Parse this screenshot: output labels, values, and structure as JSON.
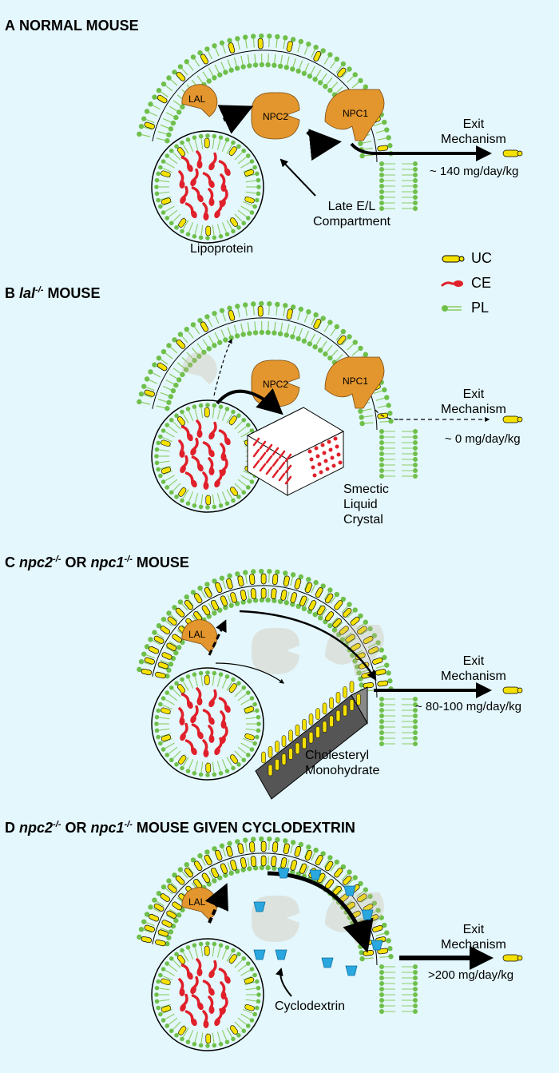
{
  "colors": {
    "background": "#e4f7fc",
    "pl_head": "#6fbf4b",
    "pl_tail": "#8bcc63",
    "uc": "#f5e100",
    "ce": "#e0202a",
    "protein": "#e3962e",
    "cyclodextrin": "#2aa7df"
  },
  "legend": [
    {
      "key": "UC",
      "icon": "uc-molecule-icon"
    },
    {
      "key": "CE",
      "icon": "ce-molecule-icon"
    },
    {
      "key": "PL",
      "icon": "pl-molecule-icon"
    }
  ],
  "panels": [
    {
      "letter": "A",
      "title": "NORMAL MOUSE",
      "proteins": {
        "lal": "LAL",
        "npc2": "NPC2",
        "npc1": "NPC1"
      },
      "exit_mechanism": [
        "Exit",
        "Mechanism"
      ],
      "flux": "~ 140 mg/day/kg",
      "compartment": [
        "Late E/L",
        "Compartment"
      ],
      "particle": "Lipoprotein"
    },
    {
      "letter": "B",
      "gene": "lal",
      "superscript": "-/-",
      "title": "MOUSE",
      "proteins": {
        "npc2": "NPC2",
        "npc1": "NPC1"
      },
      "exit_mechanism": [
        "Exit",
        "Mechanism"
      ],
      "flux": "~ 0 mg/day/kg",
      "crystal": [
        "Smectic",
        "Liquid",
        "Crystal"
      ]
    },
    {
      "letter": "C",
      "gene": "npc2",
      "superscript": "-/-",
      "conj": "OR",
      "gene2": "npc1",
      "superscript2": "-/-",
      "title": "MOUSE",
      "proteins": {
        "lal": "LAL"
      },
      "exit_mechanism": [
        "Exit",
        "Mechanism"
      ],
      "flux": "~ 80-100 mg/day/kg",
      "crystal": [
        "Cholesteryl",
        "Monohydrate"
      ]
    },
    {
      "letter": "D",
      "gene": "npc2",
      "superscript": "-/-",
      "conj": "OR",
      "gene2": "npc1",
      "superscript2": "-/-",
      "title": "MOUSE GIVEN CYCLODEXTRIN",
      "proteins": {
        "lal": "LAL"
      },
      "exit_mechanism": [
        "Exit",
        "Mechanism"
      ],
      "flux": ">200 mg/day/kg",
      "agent": "Cyclodextrin"
    }
  ]
}
